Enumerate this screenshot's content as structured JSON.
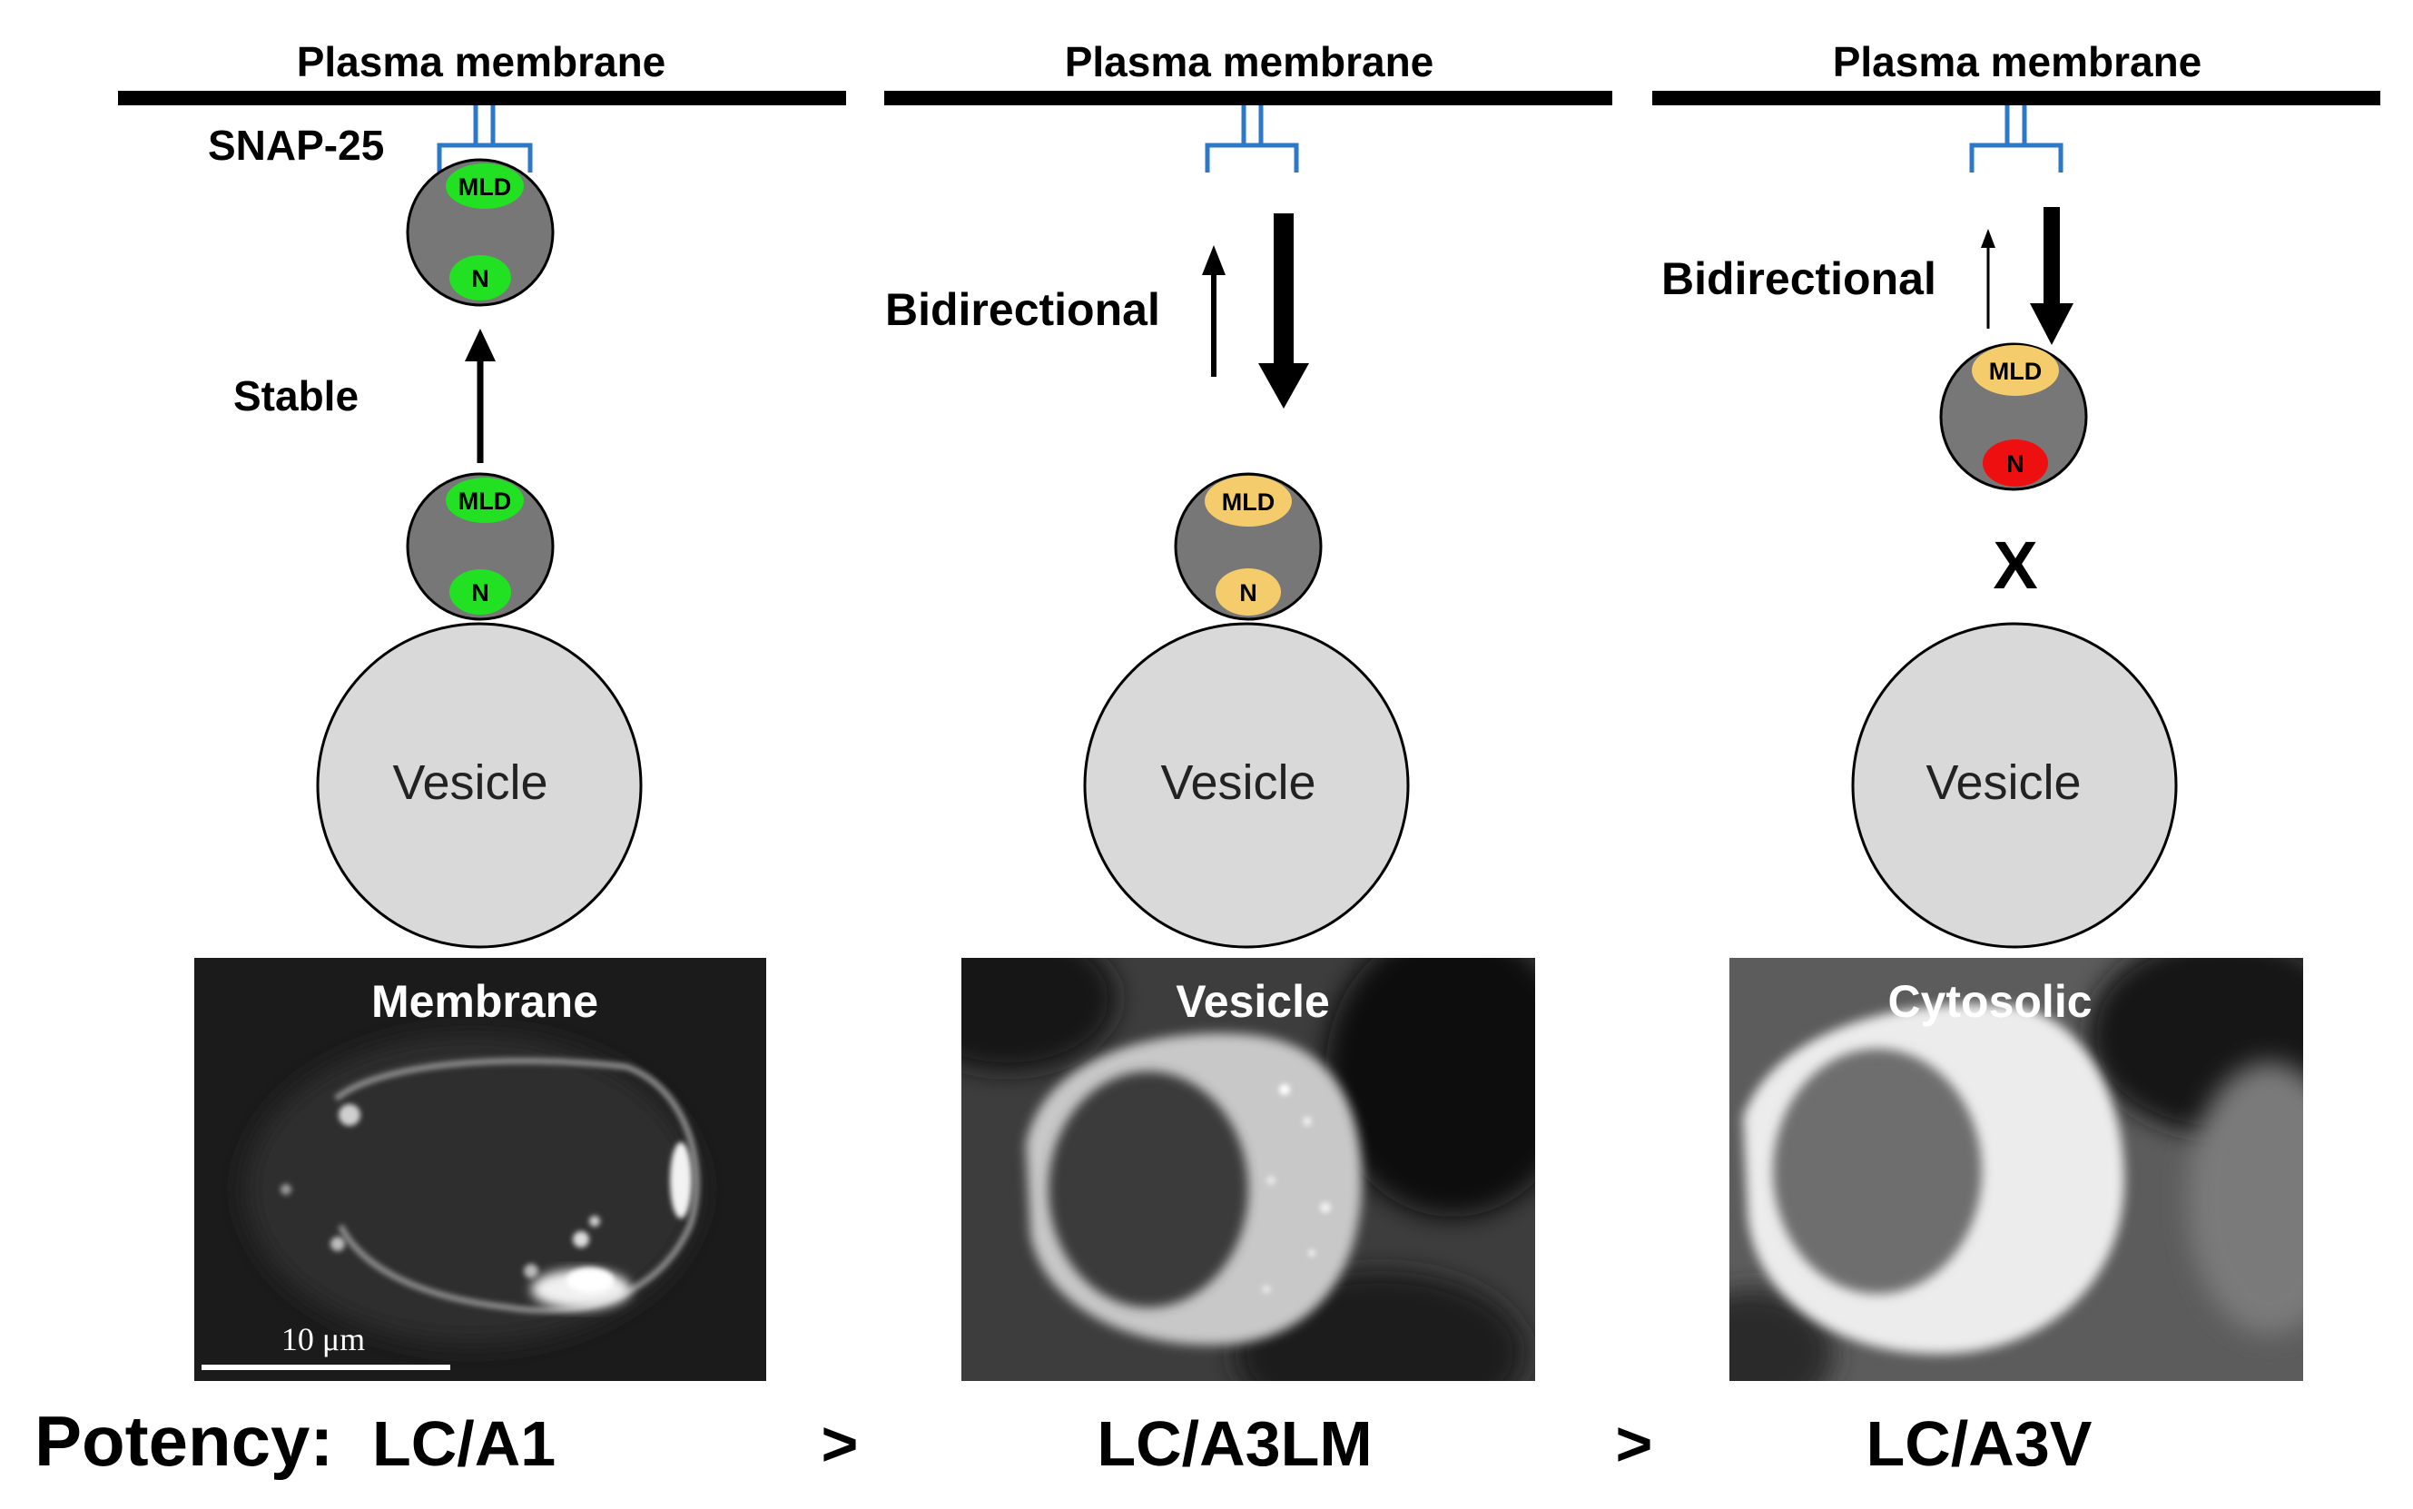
{
  "panels": [
    {
      "membrane_label": "Plasma membrane",
      "snare_label": "SNAP-25",
      "transition_label": "Stable",
      "vesicle_label": "Vesicle",
      "upper_domains": {
        "mld": "MLD",
        "n": "N"
      },
      "lower_domains": {
        "mld": "MLD",
        "n": "N"
      },
      "micrograph_title": "Membrane",
      "scale_bar_label": "10 μm",
      "variant": "LC/A1"
    },
    {
      "membrane_label": "Plasma membrane",
      "transition_label": "Bidirectional",
      "vesicle_label": "Vesicle",
      "lower_domains": {
        "mld": "MLD",
        "n": "N"
      },
      "micrograph_title": "Vesicle",
      "variant": "LC/A3LM"
    },
    {
      "membrane_label": "Plasma membrane",
      "transition_label": "Bidirectional",
      "vesicle_label": "Vesicle",
      "upper_domains": {
        "mld": "MLD",
        "n": "N"
      },
      "block_mark": "X",
      "micrograph_title": "Cytosolic",
      "variant": "LC/A3V"
    }
  ],
  "potency_label": "Potency:",
  "comparators": [
    ">",
    ">"
  ],
  "colors": {
    "binding_green": "#22e022",
    "partial_yellow": "#f5cc6c",
    "block_red": "#ee1010",
    "snare_blue": "#2e78c8",
    "toxin_gray": "#777777",
    "vesicle_gray": "#d9d9d9"
  }
}
